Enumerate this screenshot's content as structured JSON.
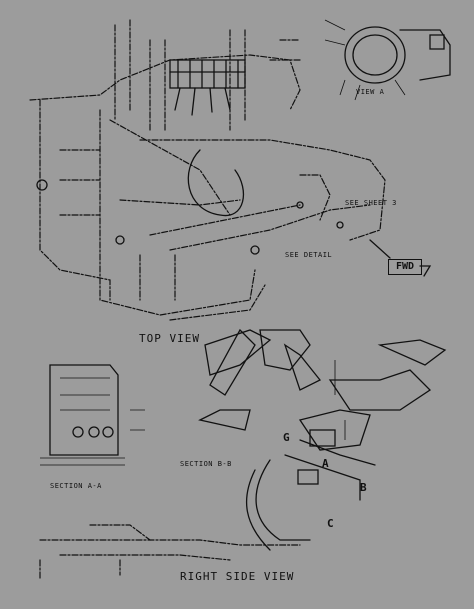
{
  "diagram": {
    "views": {
      "top": "TOP VIEW",
      "right_side": "RIGHT SIDE VIEW",
      "view_a": "VIEW A",
      "section_a": "SECTION A-A",
      "section_b": "SECTION B-B"
    },
    "direction": "FWD",
    "part_refs": {
      "sheet_ref_1": "SEE SHEET 3",
      "sheet_ref_2": "SEE DETAIL",
      "callout_g": "G",
      "callout_c": "C",
      "callout_b": "B",
      "callout_a": "A"
    },
    "colors": {
      "background": "#9c9c9c",
      "ink": "#111111"
    }
  }
}
